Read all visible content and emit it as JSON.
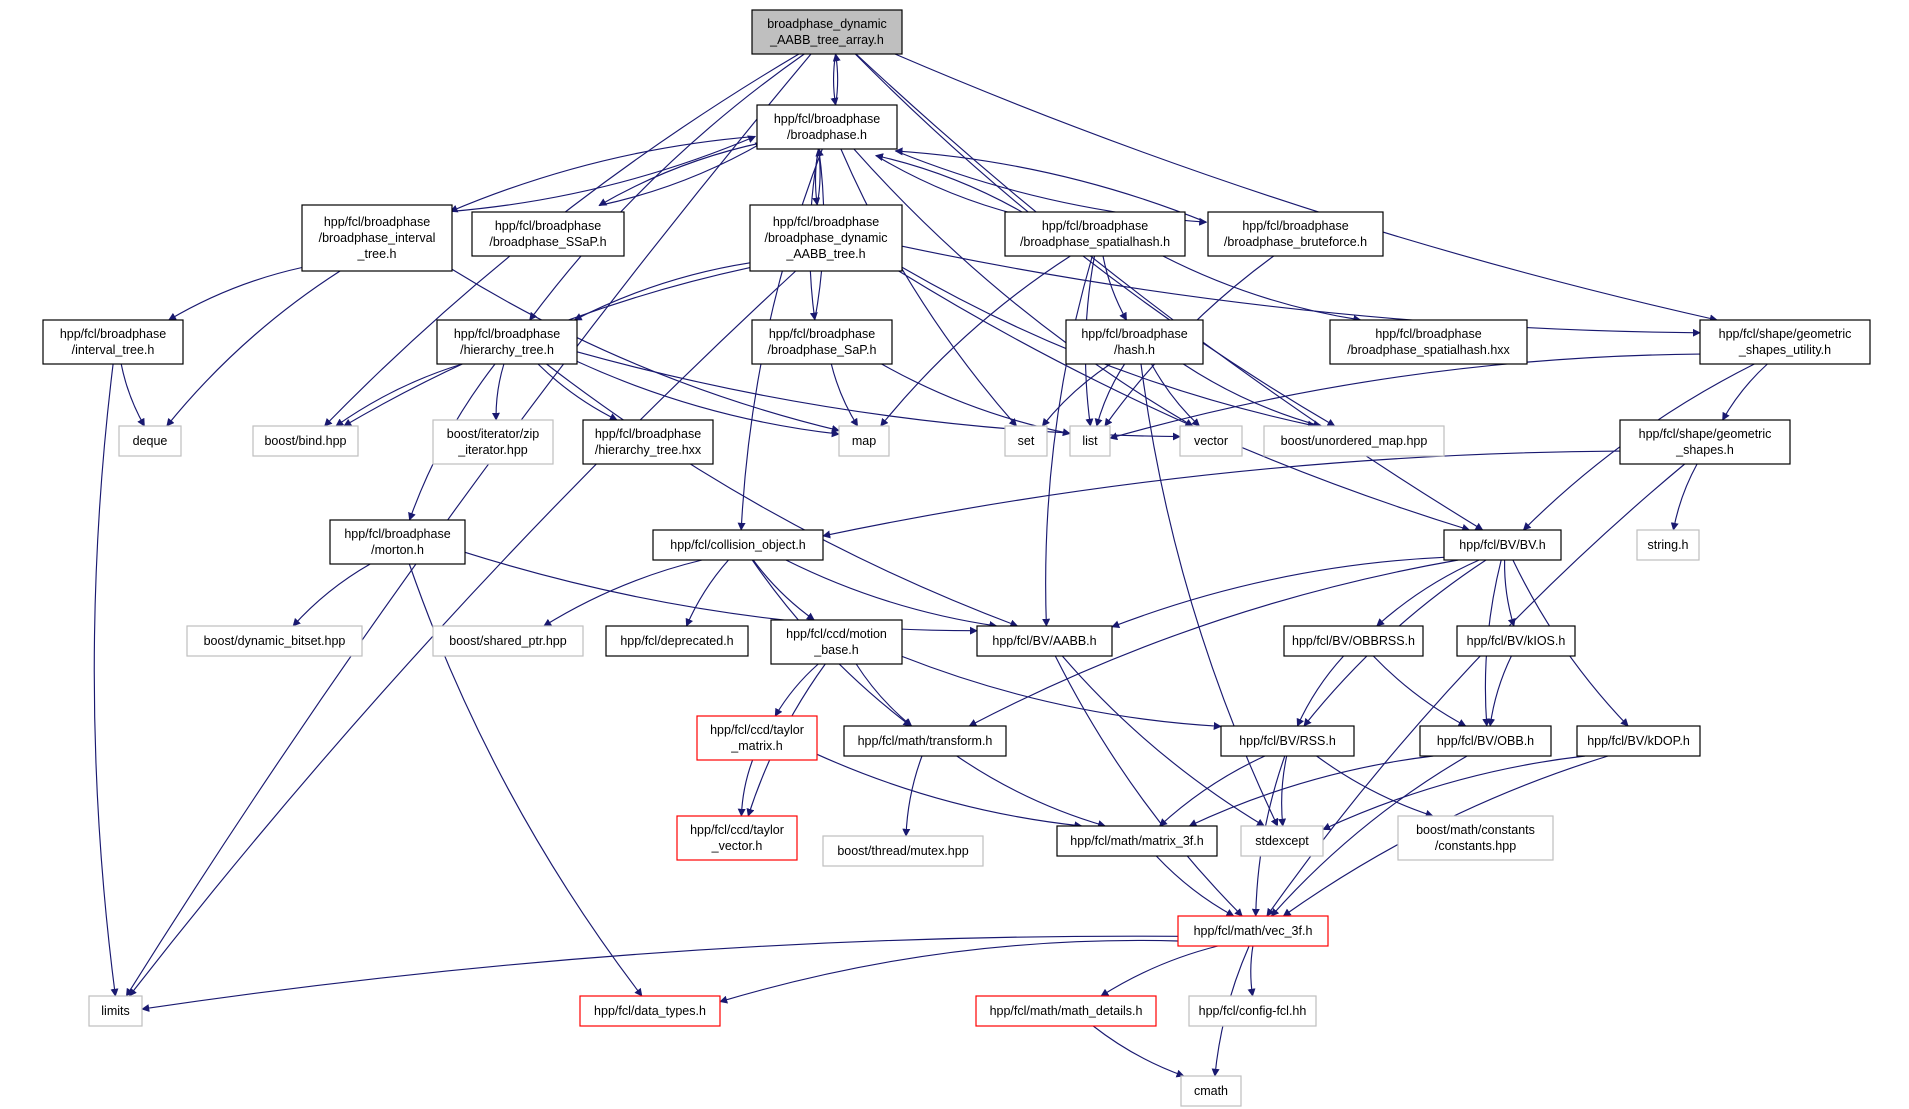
{
  "colors": {
    "edge": "#191970",
    "focus_fill": "#bfbfbf",
    "box_black": "#000000",
    "box_gray": "#bfbfbf",
    "box_red": "#ff0000"
  },
  "graph": {
    "nodes": [
      {
        "id": "root",
        "style": "focus",
        "lines": [
          "broadphase_dynamic",
          "_AABB_tree_array.h"
        ]
      },
      {
        "id": "broadphase",
        "style": "black",
        "lines": [
          "hpp/fcl/broadphase",
          "/broadphase.h"
        ]
      },
      {
        "id": "interval_tree_h",
        "style": "black",
        "lines": [
          "hpp/fcl/broadphase",
          "/broadphase_interval",
          "_tree.h"
        ]
      },
      {
        "id": "ssap",
        "style": "black",
        "lines": [
          "hpp/fcl/broadphase",
          "/broadphase_SSaP.h"
        ]
      },
      {
        "id": "dyn_aabb",
        "style": "black",
        "lines": [
          "hpp/fcl/broadphase",
          "/broadphase_dynamic",
          "_AABB_tree.h"
        ]
      },
      {
        "id": "spatialhash",
        "style": "black",
        "lines": [
          "hpp/fcl/broadphase",
          "/broadphase_spatialhash.h"
        ]
      },
      {
        "id": "bruteforce",
        "style": "black",
        "lines": [
          "hpp/fcl/broadphase",
          "/broadphase_bruteforce.h"
        ]
      },
      {
        "id": "interval_tree",
        "style": "black",
        "lines": [
          "hpp/fcl/broadphase",
          "/interval_tree.h"
        ]
      },
      {
        "id": "hierarchy_tree",
        "style": "black",
        "lines": [
          "hpp/fcl/broadphase",
          "/hierarchy_tree.h"
        ]
      },
      {
        "id": "sap",
        "style": "black",
        "lines": [
          "hpp/fcl/broadphase",
          "/broadphase_SaP.h"
        ]
      },
      {
        "id": "hash",
        "style": "black",
        "lines": [
          "hpp/fcl/broadphase",
          "/hash.h"
        ]
      },
      {
        "id": "spatialhash_hxx",
        "style": "black",
        "lines": [
          "hpp/fcl/broadphase",
          "/broadphase_spatialhash.hxx"
        ]
      },
      {
        "id": "geom_utility",
        "style": "black",
        "lines": [
          "hpp/fcl/shape/geometric",
          "_shapes_utility.h"
        ]
      },
      {
        "id": "deque",
        "style": "gray",
        "lines": [
          "deque"
        ]
      },
      {
        "id": "boost_bind",
        "style": "gray",
        "lines": [
          "boost/bind.hpp"
        ]
      },
      {
        "id": "zip_iter",
        "style": "gray",
        "lines": [
          "boost/iterator/zip",
          "_iterator.hpp"
        ]
      },
      {
        "id": "hierarchy_hxx",
        "style": "black",
        "lines": [
          "hpp/fcl/broadphase",
          "/hierarchy_tree.hxx"
        ]
      },
      {
        "id": "map",
        "style": "gray",
        "lines": [
          "map"
        ]
      },
      {
        "id": "set",
        "style": "gray",
        "lines": [
          "set"
        ]
      },
      {
        "id": "list",
        "style": "gray",
        "lines": [
          "list"
        ]
      },
      {
        "id": "vector",
        "style": "gray",
        "lines": [
          "vector"
        ]
      },
      {
        "id": "unordered_map",
        "style": "gray",
        "lines": [
          "boost/unordered_map.hpp"
        ]
      },
      {
        "id": "geom_shapes",
        "style": "black",
        "lines": [
          "hpp/fcl/shape/geometric",
          "_shapes.h"
        ]
      },
      {
        "id": "morton",
        "style": "black",
        "lines": [
          "hpp/fcl/broadphase",
          "/morton.h"
        ]
      },
      {
        "id": "collision_object",
        "style": "black",
        "lines": [
          "hpp/fcl/collision_object.h"
        ]
      },
      {
        "id": "bv",
        "style": "black",
        "lines": [
          "hpp/fcl/BV/BV.h"
        ]
      },
      {
        "id": "string_h",
        "style": "gray",
        "lines": [
          "string.h"
        ]
      },
      {
        "id": "dynamic_bitset",
        "style": "gray",
        "lines": [
          "boost/dynamic_bitset.hpp"
        ]
      },
      {
        "id": "shared_ptr",
        "style": "gray",
        "lines": [
          "boost/shared_ptr.hpp"
        ]
      },
      {
        "id": "deprecated",
        "style": "black",
        "lines": [
          "hpp/fcl/deprecated.h"
        ]
      },
      {
        "id": "motion_base",
        "style": "black",
        "lines": [
          "hpp/fcl/ccd/motion",
          "_base.h"
        ]
      },
      {
        "id": "aabb",
        "style": "black",
        "lines": [
          "hpp/fcl/BV/AABB.h"
        ]
      },
      {
        "id": "obbrss",
        "style": "black",
        "lines": [
          "hpp/fcl/BV/OBBRSS.h"
        ]
      },
      {
        "id": "kios",
        "style": "black",
        "lines": [
          "hpp/fcl/BV/kIOS.h"
        ]
      },
      {
        "id": "taylor_matrix",
        "style": "red",
        "lines": [
          "hpp/fcl/ccd/taylor",
          "_matrix.h"
        ]
      },
      {
        "id": "transform",
        "style": "black",
        "lines": [
          "hpp/fcl/math/transform.h"
        ]
      },
      {
        "id": "rss",
        "style": "black",
        "lines": [
          "hpp/fcl/BV/RSS.h"
        ]
      },
      {
        "id": "obb",
        "style": "black",
        "lines": [
          "hpp/fcl/BV/OBB.h"
        ]
      },
      {
        "id": "kdop",
        "style": "black",
        "lines": [
          "hpp/fcl/BV/kDOP.h"
        ]
      },
      {
        "id": "taylor_vector",
        "style": "red",
        "lines": [
          "hpp/fcl/ccd/taylor",
          "_vector.h"
        ]
      },
      {
        "id": "thread_mutex",
        "style": "gray",
        "lines": [
          "boost/thread/mutex.hpp"
        ]
      },
      {
        "id": "matrix3f",
        "style": "black",
        "lines": [
          "hpp/fcl/math/matrix_3f.h"
        ]
      },
      {
        "id": "stdexcept",
        "style": "gray",
        "lines": [
          "stdexcept"
        ]
      },
      {
        "id": "constants",
        "style": "gray",
        "lines": [
          "boost/math/constants",
          "/constants.hpp"
        ]
      },
      {
        "id": "vec3f",
        "style": "red",
        "lines": [
          "hpp/fcl/math/vec_3f.h"
        ]
      },
      {
        "id": "limits",
        "style": "gray",
        "lines": [
          "limits"
        ]
      },
      {
        "id": "data_types",
        "style": "red",
        "lines": [
          "hpp/fcl/data_types.h"
        ]
      },
      {
        "id": "math_details",
        "style": "red",
        "lines": [
          "hpp/fcl/math/math_details.h"
        ]
      },
      {
        "id": "config_fcl",
        "style": "gray",
        "lines": [
          "hpp/fcl/config-fcl.hh"
        ]
      },
      {
        "id": "cmath",
        "style": "gray",
        "lines": [
          "cmath"
        ]
      }
    ],
    "edges": [
      [
        "root",
        "broadphase"
      ],
      [
        "root",
        "hierarchy_tree"
      ],
      [
        "root",
        "boost_bind"
      ],
      [
        "root",
        "limits"
      ],
      [
        "root",
        "unordered_map"
      ],
      [
        "root",
        "geom_utility"
      ],
      [
        "root",
        "bv"
      ],
      [
        "broadphase",
        "root"
      ],
      [
        "broadphase",
        "interval_tree_h"
      ],
      [
        "broadphase",
        "ssap"
      ],
      [
        "broadphase",
        "dyn_aabb"
      ],
      [
        "broadphase",
        "spatialhash"
      ],
      [
        "broadphase",
        "bruteforce"
      ],
      [
        "broadphase",
        "sap"
      ],
      [
        "broadphase",
        "collision_object"
      ],
      [
        "broadphase",
        "vector"
      ],
      [
        "broadphase",
        "set"
      ],
      [
        "interval_tree_h",
        "broadphase"
      ],
      [
        "interval_tree_h",
        "interval_tree"
      ],
      [
        "interval_tree_h",
        "deque"
      ],
      [
        "interval_tree_h",
        "map"
      ],
      [
        "ssap",
        "broadphase"
      ],
      [
        "dyn_aabb",
        "broadphase"
      ],
      [
        "dyn_aabb",
        "hierarchy_tree"
      ],
      [
        "dyn_aabb",
        "boost_bind"
      ],
      [
        "dyn_aabb",
        "limits"
      ],
      [
        "dyn_aabb",
        "geom_utility"
      ],
      [
        "dyn_aabb",
        "bv"
      ],
      [
        "dyn_aabb",
        "unordered_map"
      ],
      [
        "spatialhash",
        "broadphase"
      ],
      [
        "spatialhash",
        "hash"
      ],
      [
        "spatialhash",
        "spatialhash_hxx"
      ],
      [
        "spatialhash",
        "map"
      ],
      [
        "spatialhash",
        "list"
      ],
      [
        "spatialhash",
        "aabb"
      ],
      [
        "bruteforce",
        "broadphase"
      ],
      [
        "bruteforce",
        "list"
      ],
      [
        "interval_tree",
        "deque"
      ],
      [
        "interval_tree",
        "limits"
      ],
      [
        "hierarchy_tree",
        "boost_bind"
      ],
      [
        "hierarchy_tree",
        "zip_iter"
      ],
      [
        "hierarchy_tree",
        "hierarchy_hxx"
      ],
      [
        "hierarchy_tree",
        "map"
      ],
      [
        "hierarchy_tree",
        "vector"
      ],
      [
        "hierarchy_tree",
        "morton"
      ],
      [
        "hierarchy_tree",
        "aabb"
      ],
      [
        "sap",
        "broadphase"
      ],
      [
        "sap",
        "map"
      ],
      [
        "sap",
        "list"
      ],
      [
        "hash",
        "set"
      ],
      [
        "hash",
        "list"
      ],
      [
        "hash",
        "vector"
      ],
      [
        "hash",
        "unordered_map"
      ],
      [
        "hash",
        "stdexcept"
      ],
      [
        "geom_utility",
        "geom_shapes"
      ],
      [
        "geom_utility",
        "bv"
      ],
      [
        "geom_utility",
        "list"
      ],
      [
        "geom_shapes",
        "string_h"
      ],
      [
        "geom_shapes",
        "collision_object"
      ],
      [
        "geom_shapes",
        "vec3f"
      ],
      [
        "morton",
        "dynamic_bitset"
      ],
      [
        "morton",
        "data_types"
      ],
      [
        "morton",
        "aabb"
      ],
      [
        "collision_object",
        "shared_ptr"
      ],
      [
        "collision_object",
        "deprecated"
      ],
      [
        "collision_object",
        "motion_base"
      ],
      [
        "collision_object",
        "aabb"
      ],
      [
        "collision_object",
        "transform"
      ],
      [
        "bv",
        "aabb"
      ],
      [
        "bv",
        "obbrss"
      ],
      [
        "bv",
        "kios"
      ],
      [
        "bv",
        "rss"
      ],
      [
        "bv",
        "obb"
      ],
      [
        "bv",
        "kdop"
      ],
      [
        "bv",
        "transform"
      ],
      [
        "motion_base",
        "taylor_matrix"
      ],
      [
        "motion_base",
        "transform"
      ],
      [
        "motion_base",
        "rss"
      ],
      [
        "motion_base",
        "taylor_vector"
      ],
      [
        "aabb",
        "stdexcept"
      ],
      [
        "aabb",
        "vec3f"
      ],
      [
        "obbrss",
        "rss"
      ],
      [
        "obbrss",
        "obb"
      ],
      [
        "kios",
        "obb"
      ],
      [
        "taylor_matrix",
        "taylor_vector"
      ],
      [
        "taylor_matrix",
        "matrix3f"
      ],
      [
        "transform",
        "thread_mutex"
      ],
      [
        "transform",
        "matrix3f"
      ],
      [
        "rss",
        "matrix3f"
      ],
      [
        "rss",
        "stdexcept"
      ],
      [
        "rss",
        "constants"
      ],
      [
        "rss",
        "vec3f"
      ],
      [
        "obb",
        "matrix3f"
      ],
      [
        "obb",
        "vec3f"
      ],
      [
        "kdop",
        "stdexcept"
      ],
      [
        "kdop",
        "vec3f"
      ],
      [
        "matrix3f",
        "vec3f"
      ],
      [
        "vec3f",
        "limits"
      ],
      [
        "vec3f",
        "data_types"
      ],
      [
        "vec3f",
        "math_details"
      ],
      [
        "vec3f",
        "config_fcl"
      ],
      [
        "vec3f",
        "cmath"
      ],
      [
        "math_details",
        "cmath"
      ]
    ]
  }
}
